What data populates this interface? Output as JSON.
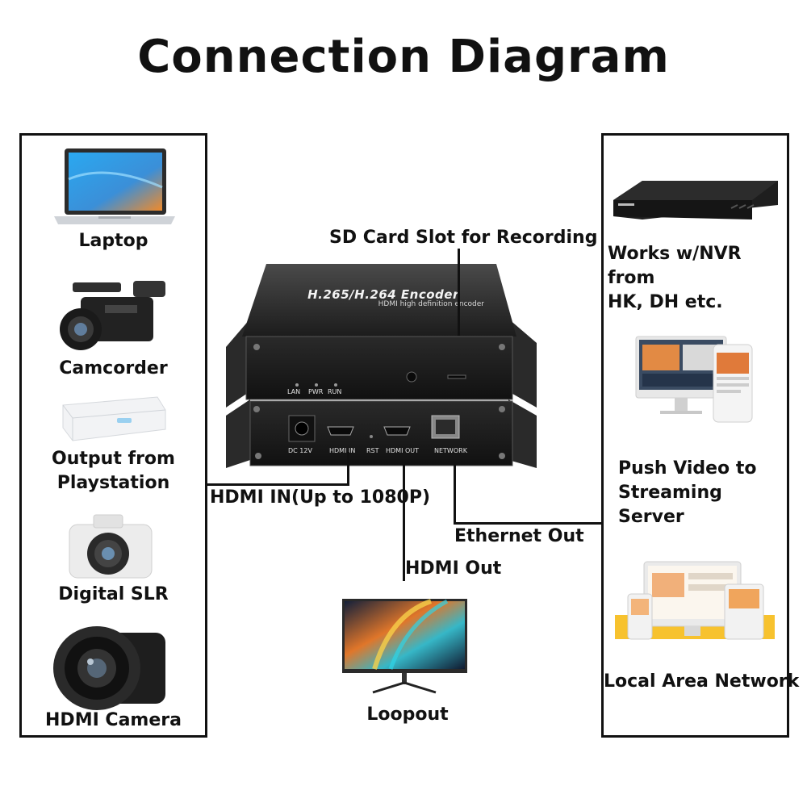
{
  "title": "Connection Diagram",
  "left_sources": {
    "items": [
      {
        "label": "Laptop",
        "icon": "laptop-icon"
      },
      {
        "label": "Camcorder",
        "icon": "camcorder-icon"
      },
      {
        "label": "Output from\nPlaystation",
        "icon": "playstation-console-icon"
      },
      {
        "label": "Digital SLR",
        "icon": "digital-slr-camera-icon"
      },
      {
        "label": "HDMI Camera",
        "icon": "hdmi-camera-icon"
      }
    ]
  },
  "right_outputs": {
    "items": [
      {
        "label": "Works w/NVR from\nHK, DH etc.",
        "icon": "nvr-recorder-icon"
      },
      {
        "label": "Push Video to\nStreaming Server",
        "icon": "streaming-server-screens-icon"
      },
      {
        "label": "Local Area Network",
        "icon": "lan-devices-icon"
      }
    ]
  },
  "device": {
    "front_title": "H.265/H.264 Encoder",
    "front_subtitle": "HDMI high definition encoder",
    "front_leds": [
      "LAN",
      "PWR",
      "RUN"
    ],
    "rear_ports": [
      "DC 12V",
      "HDMI IN",
      "RST",
      "HDMI OUT",
      "NETWORK"
    ]
  },
  "connections": {
    "sd_card": "SD Card Slot for Recording",
    "hdmi_in": "HDMI IN(Up to 1080P)",
    "hdmi_out": "HDMI Out",
    "ethernet_out": "Ethernet Out"
  },
  "loopout": {
    "label": "Loopout",
    "icon": "monitor-icon"
  }
}
